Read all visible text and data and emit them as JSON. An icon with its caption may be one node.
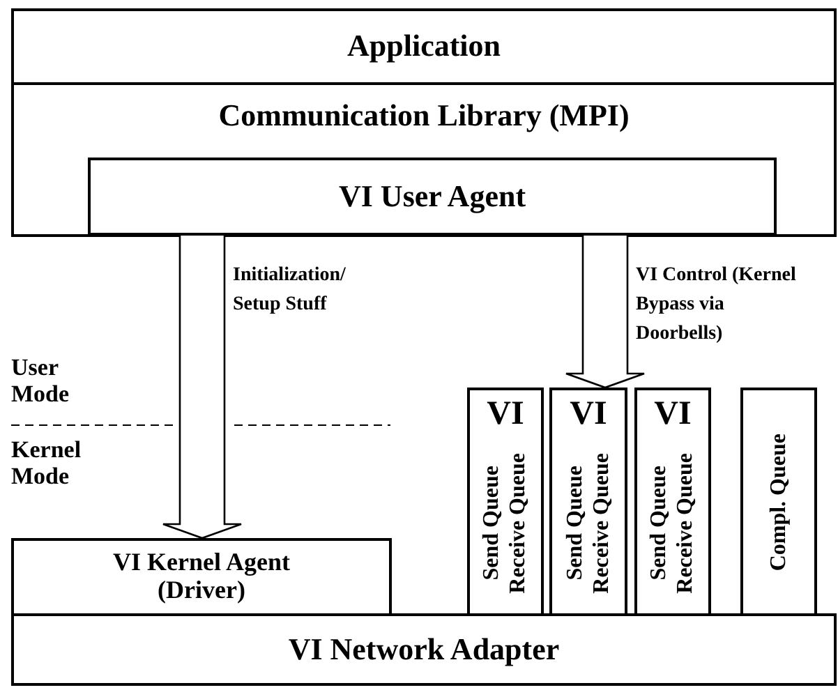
{
  "diagram": {
    "nodes": [
      {
        "text": [
          "Application"
        ]
      },
      {
        "text": [
          "Communication Library (MPI)"
        ]
      },
      {
        "text": [
          "VI User Agent"
        ],
        "in": 1
      },
      {
        "text": [
          "VI",
          "Send Queue",
          "Receive Queue"
        ]
      },
      {
        "text": [
          "VI",
          "Send Queue",
          "Receive Queue"
        ]
      },
      {
        "text": [
          "VI",
          "Send Queue",
          "Receive Queue"
        ]
      },
      {
        "text": [
          "Compl. Queue"
        ]
      },
      {
        "text": [
          "VI Kernel Agent (Driver)"
        ]
      },
      {
        "text": [
          "VI Network Adapter"
        ]
      }
    ],
    "edges": [
      {
        "from": 2,
        "to": 7,
        "arrow": "to",
        "label": "Initialization/ Setup Stuff",
        "style": "thick"
      },
      {
        "from": 2,
        "to": 4,
        "arrow": "to",
        "label": "VI Control (Kernel Bypass via Doorbells)",
        "style": "thick"
      }
    ],
    "labels": [
      "User Mode",
      "Kernel Mode"
    ]
  }
}
